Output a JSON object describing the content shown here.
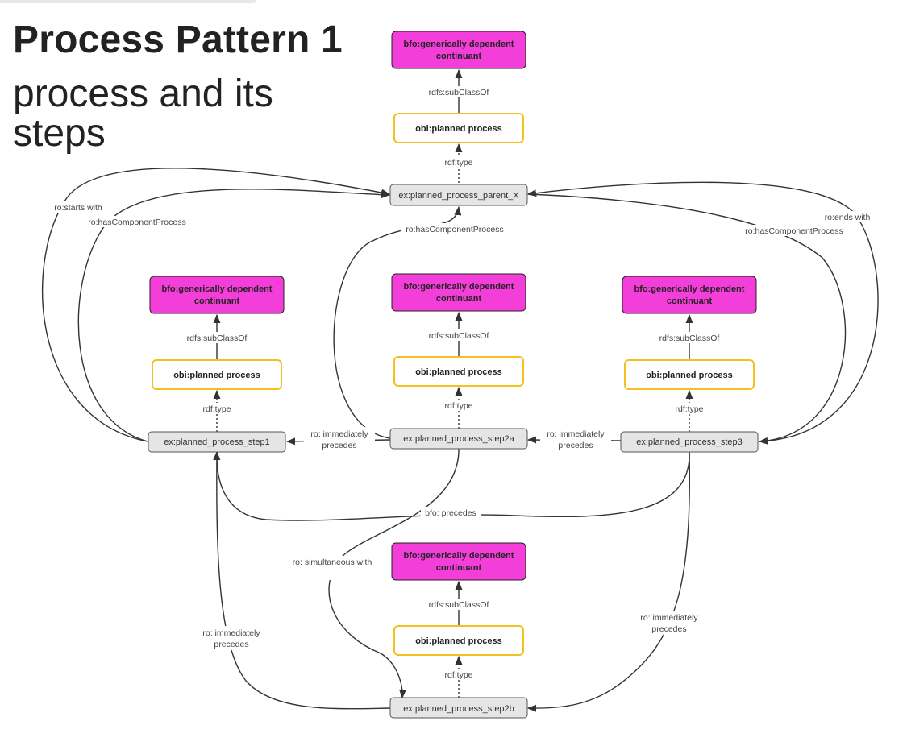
{
  "header": {
    "title": "Process Pattern 1",
    "subtitle": "process and its steps"
  },
  "colors": {
    "gdc_fill": "#f33ed9",
    "planned_border": "#f4c020",
    "instance_fill": "#e5e5e5",
    "edge": "#333333"
  },
  "nodes": {
    "top_gdc": "bfo:generically dependent continuant",
    "top_planned": "obi:planned process",
    "parent": "ex:planned_process_parent_X",
    "s1_gdc": "bfo:generically dependent continuant",
    "s1_planned": "obi:planned process",
    "step1": "ex:planned_process_step1",
    "s2a_gdc": "bfo:generically dependent continuant",
    "s2a_planned": "obi:planned process",
    "step2a": "ex:planned_process_step2a",
    "s3_gdc": "bfo:generically dependent continuant",
    "s3_planned": "obi:planned process",
    "step3": "ex:planned_process_step3",
    "s2b_gdc": "bfo:generically dependent continuant",
    "s2b_planned": "obi:planned process",
    "step2b": "ex:planned_process_step2b"
  },
  "edges": {
    "subclassof": "rdfs:subClassOf",
    "rdftype": "rdf:type",
    "starts_with": "ro:starts with",
    "ends_with": "ro:ends with",
    "has_component": "ro:hasComponentProcess",
    "immediately_precedes": "ro: immediately precedes",
    "precedes": "bfo: precedes",
    "simultaneous_with": "ro: simultaneous with"
  }
}
